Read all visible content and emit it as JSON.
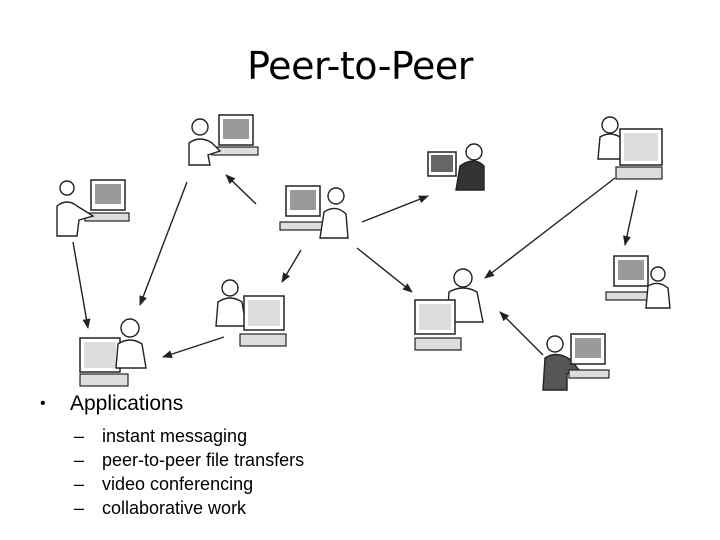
{
  "slide": {
    "title": "Peer-to-Peer",
    "bullet": "Applications",
    "sub_bullets": [
      "instant messaging",
      "peer-to-peer file transfers",
      "video conferencing",
      "collaborative work"
    ]
  },
  "diagram": {
    "node_kind": "person-at-computer",
    "node_count": 10,
    "connection_style": "one-way arrows between peers",
    "colors": {
      "line": "#222222",
      "screen": "#9a9a9a",
      "body": "#dcdcdc",
      "dark_person": "#555555"
    }
  }
}
